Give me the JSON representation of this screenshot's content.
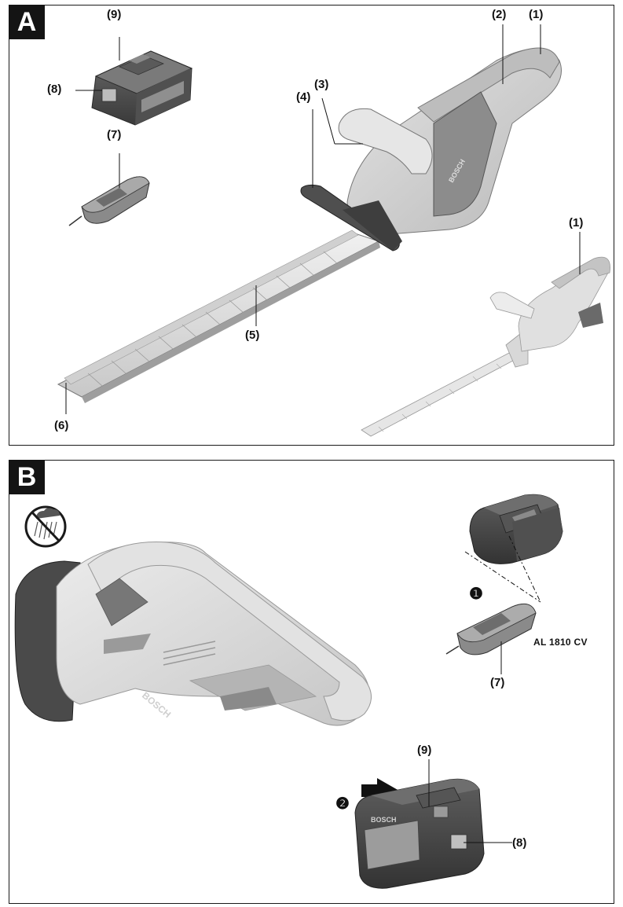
{
  "panels": {
    "a": {
      "tag": "A",
      "labels": {
        "c1_top": "(1)",
        "c2": "(2)",
        "c3": "(3)",
        "c4": "(4)",
        "c5": "(5)",
        "c6": "(6)",
        "c7": "(7)",
        "c8": "(8)",
        "c9": "(9)",
        "c1_small": "(1)"
      },
      "brand": "BOSCH"
    },
    "b": {
      "tag": "B",
      "labels": {
        "c7": "(7)",
        "c8": "(8)",
        "c9": "(9)"
      },
      "steps": [
        "❶",
        "❷"
      ],
      "charger_model": "AL 1810 CV",
      "brand": "BOSCH"
    }
  },
  "colors": {
    "frame": "#1a1a1a",
    "tool_light": "#d9d9d9",
    "tool_mid": "#a8a8a8",
    "tool_dark": "#5a5a5a",
    "battery_dark": "#4a4a4a"
  }
}
